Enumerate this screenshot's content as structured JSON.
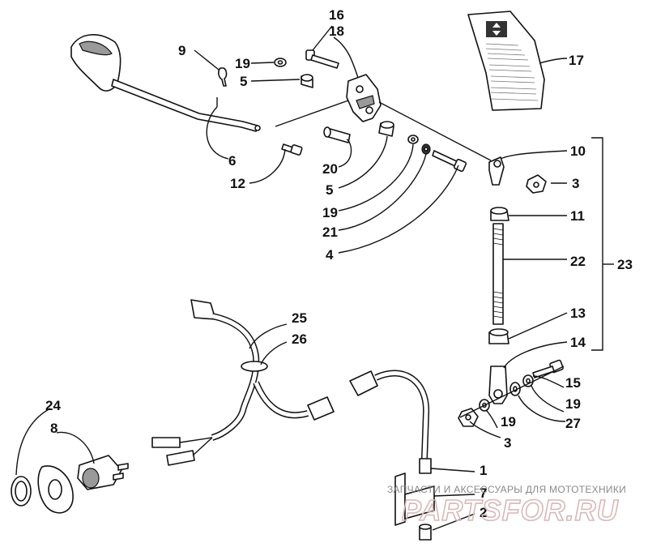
{
  "callouts": {
    "c1": "1",
    "c2": "2",
    "c3a": "3",
    "c3b": "3",
    "c4": "4",
    "c5a": "5",
    "c5b": "5",
    "c6": "6",
    "c7": "7",
    "c8": "8",
    "c9": "9",
    "c10": "10",
    "c11": "11",
    "c12": "12",
    "c13": "13",
    "c14": "14",
    "c15": "15",
    "c16": "16",
    "c17": "17",
    "c18": "18",
    "c19a": "19",
    "c19b": "19",
    "c19c": "19",
    "c19d": "19",
    "c20": "20",
    "c21": "21",
    "c22": "22",
    "c23": "23",
    "c24": "24",
    "c25": "25",
    "c26": "26",
    "c27": "27"
  },
  "watermark": {
    "caption": "ЗАПЧАСТИ И АКСЕССУАРЫ ДЛЯ МОТОТЕХНИКИ",
    "logo": "PARTSFOR.RU"
  },
  "colors": {
    "line": "#111111",
    "watermark": "#d8b8b8"
  }
}
